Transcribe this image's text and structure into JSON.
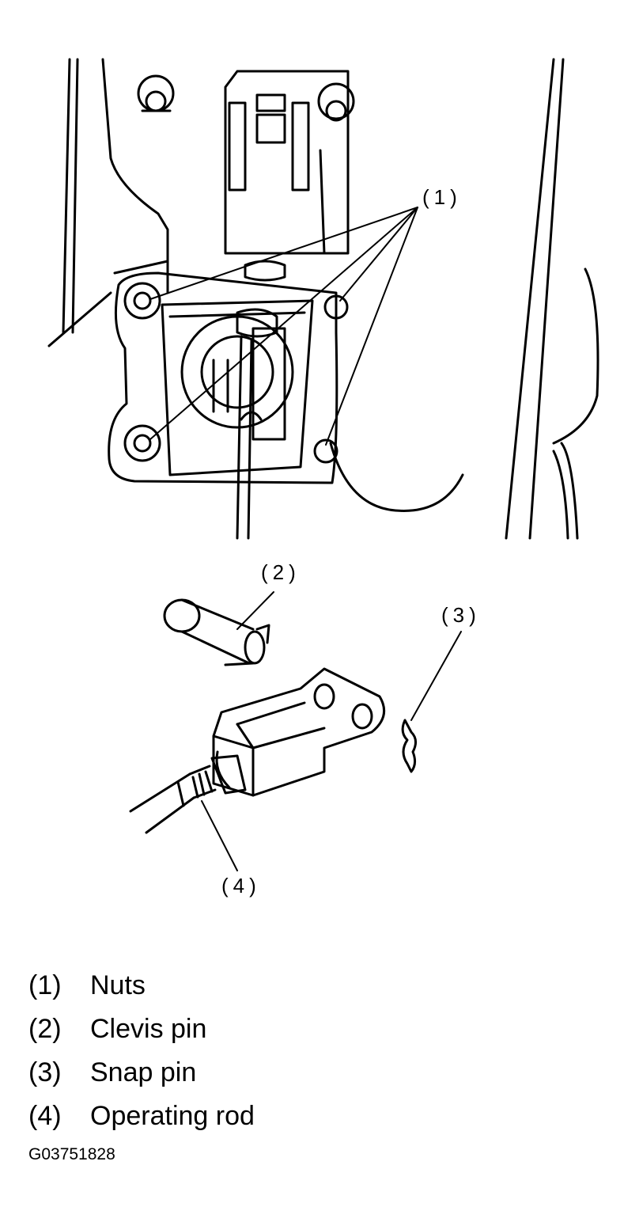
{
  "callouts": {
    "c1": "(1)",
    "c2": "(2)",
    "c3": "(3)",
    "c4": "(4)"
  },
  "legend": [
    {
      "num": "(1)",
      "label": "Nuts"
    },
    {
      "num": "(2)",
      "label": "Clevis pin"
    },
    {
      "num": "(3)",
      "label": "Snap pin"
    },
    {
      "num": "(4)",
      "label": "Operating rod"
    }
  ],
  "doc_code": "G03751828"
}
